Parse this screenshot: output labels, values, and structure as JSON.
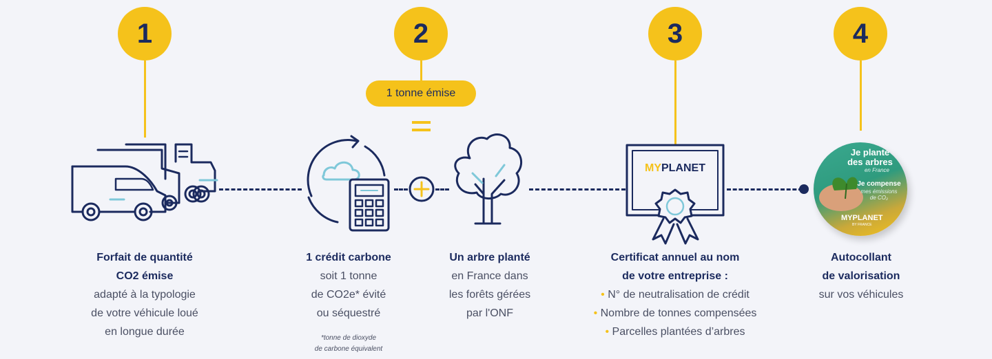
{
  "steps": {
    "s1": "1",
    "s2": "2",
    "s3": "3",
    "s4": "4"
  },
  "pill": "1 tonne émise",
  "certificate_logo": "MYPLANET",
  "sticker": {
    "line1": "Je plante",
    "line2": "des arbres",
    "line3": "en France",
    "line4": "Je compense",
    "line5": "mes émissions",
    "line6": "de CO₂",
    "brand": "MYPLANET",
    "brand_sub": "BY FRANCE"
  },
  "block1": {
    "l1": "Forfait de quantité",
    "l2": "CO2 émise",
    "l3": "adapté à la typologie",
    "l4": "de votre véhicule loué",
    "l5": "en longue durée"
  },
  "block2": {
    "l1": "1 crédit carbone",
    "l2": "soit 1 tonne",
    "l3": "de CO2e* évité",
    "l4": "ou séquestré",
    "note1": "*tonne de dioxyde",
    "note2": "de carbone équivalent"
  },
  "block3": {
    "l1": "Un arbre planté",
    "l2": "en France dans",
    "l3": "les forêts gérées",
    "l4": "par l'ONF"
  },
  "block4": {
    "l1": "Certificat annuel au nom",
    "l2": "de votre entreprise :",
    "b1": "N° de neutralisation de crédit",
    "b2": "Nombre de tonnes compensées",
    "b3": "Parcelles plantées d’arbres"
  },
  "block5": {
    "l1": "Autocollant",
    "l2": "de valorisation",
    "l3": "sur vos véhicules"
  },
  "colors": {
    "navy": "#1b2a5e",
    "yellow": "#f5c21b",
    "bg": "#f3f4f9"
  }
}
